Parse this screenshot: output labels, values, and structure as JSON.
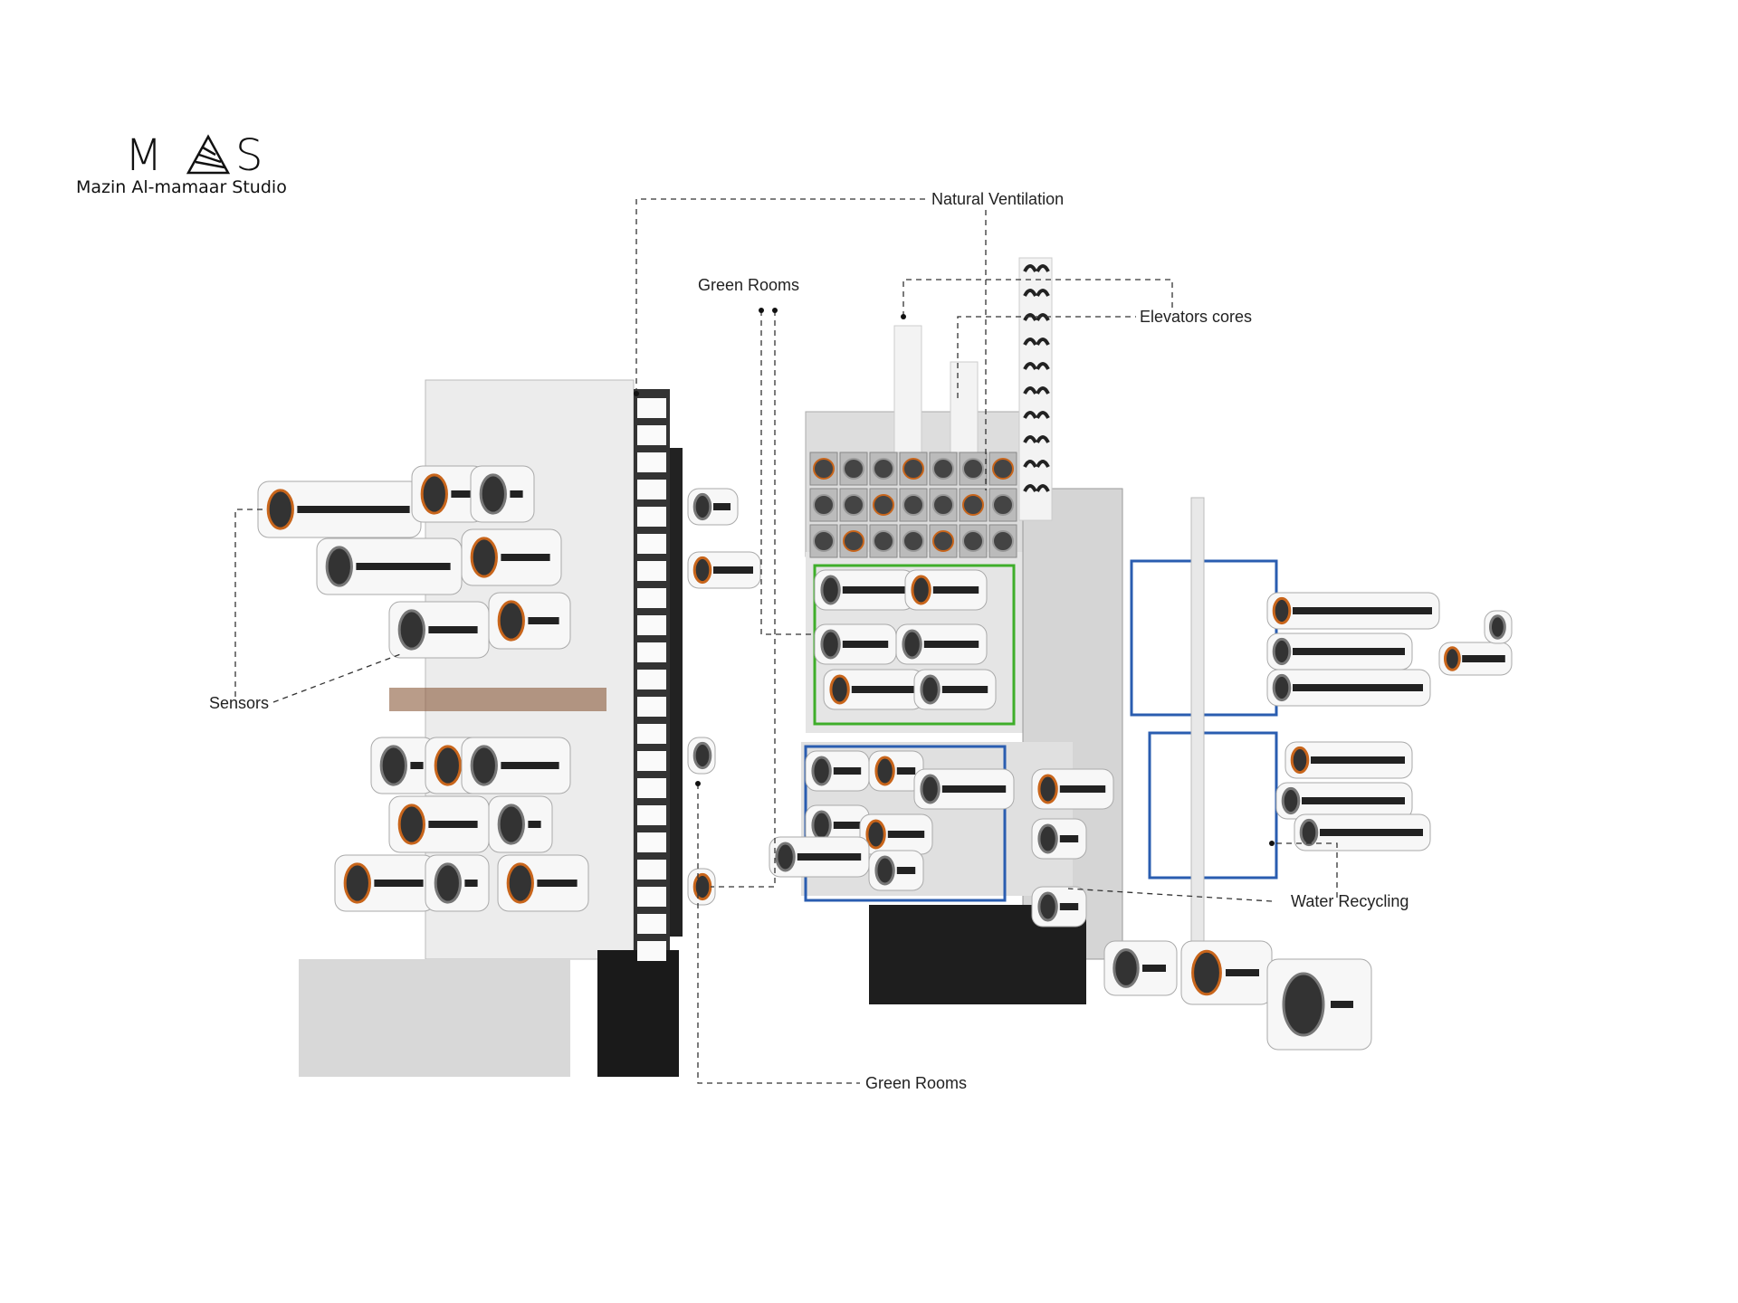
{
  "logo": {
    "mark": "MAS",
    "studio": "Mazin Al-mamaar Studio"
  },
  "labels": {
    "natural_ventilation": "Natural Ventilation",
    "green_rooms_top": "Green Rooms",
    "elevators_cores": "Elevators cores",
    "sensors": "Sensors",
    "water_recycling": "Water Recycling",
    "green_rooms_bottom": "Green Rooms"
  },
  "colors": {
    "pipe_blue": "#2a5db0",
    "green_frame": "#3fae2a",
    "pod_rim": "#c8651b",
    "pod_dark": "#333333"
  }
}
